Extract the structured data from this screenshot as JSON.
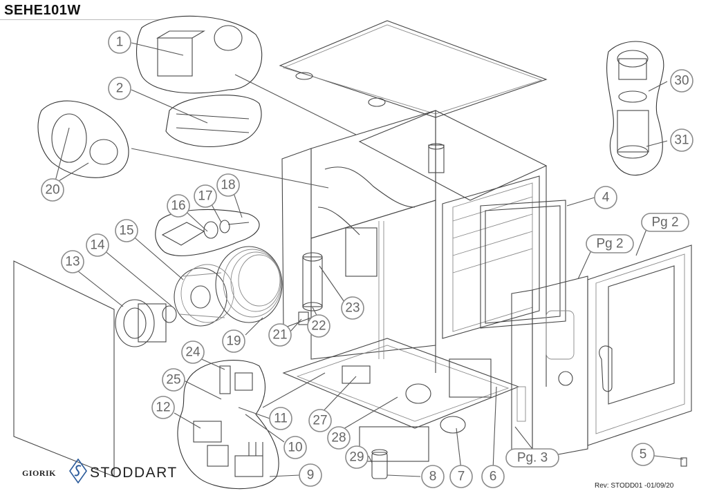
{
  "header": {
    "model": "SEHE101W"
  },
  "callouts": [
    {
      "id": "1",
      "label": "1"
    },
    {
      "id": "2",
      "label": "2"
    },
    {
      "id": "4",
      "label": "4"
    },
    {
      "id": "5",
      "label": "5"
    },
    {
      "id": "6",
      "label": "6"
    },
    {
      "id": "7",
      "label": "7"
    },
    {
      "id": "8",
      "label": "8"
    },
    {
      "id": "9",
      "label": "9"
    },
    {
      "id": "10",
      "label": "10"
    },
    {
      "id": "11",
      "label": "11"
    },
    {
      "id": "12",
      "label": "12"
    },
    {
      "id": "13",
      "label": "13"
    },
    {
      "id": "14",
      "label": "14"
    },
    {
      "id": "15",
      "label": "15"
    },
    {
      "id": "16",
      "label": "16"
    },
    {
      "id": "17",
      "label": "17"
    },
    {
      "id": "18",
      "label": "18"
    },
    {
      "id": "19",
      "label": "19"
    },
    {
      "id": "20",
      "label": "20"
    },
    {
      "id": "21",
      "label": "21"
    },
    {
      "id": "22",
      "label": "22"
    },
    {
      "id": "23",
      "label": "23"
    },
    {
      "id": "24",
      "label": "24"
    },
    {
      "id": "25",
      "label": "25"
    },
    {
      "id": "27",
      "label": "27"
    },
    {
      "id": "28",
      "label": "28"
    },
    {
      "id": "29",
      "label": "29"
    },
    {
      "id": "30",
      "label": "30"
    },
    {
      "id": "31",
      "label": "31"
    }
  ],
  "page_refs": [
    {
      "id": "pg2-top",
      "label": "Pg 2"
    },
    {
      "id": "pg2-door",
      "label": "Pg 2"
    },
    {
      "id": "pg3",
      "label": "Pg. 3"
    }
  ],
  "footer": {
    "brand_secondary": "GIORIK",
    "brand_primary": "STODDART",
    "revision": "Rev: STODD01 -01/09/20"
  },
  "colors": {
    "line": "#444444",
    "callout_stroke": "#8a8a8a",
    "callout_text": "#666666"
  }
}
